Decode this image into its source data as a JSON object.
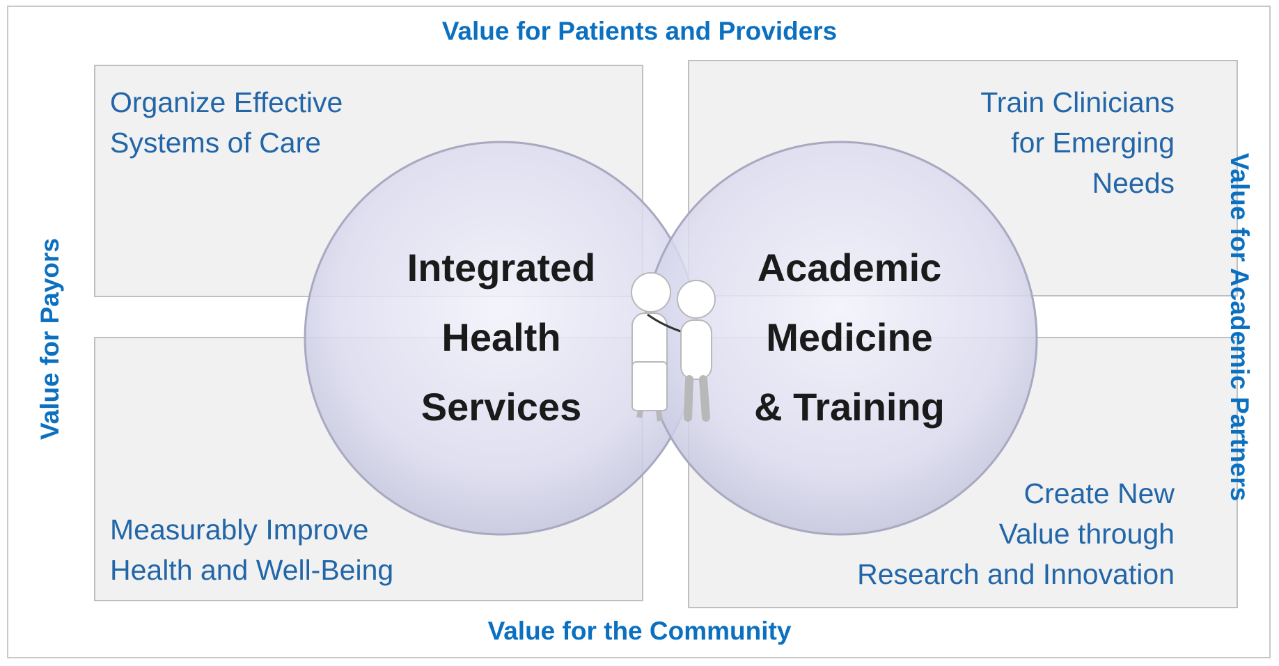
{
  "labels": {
    "top": "Value for Patients and Providers",
    "bottom": "Value for the Community",
    "left": "Value for Payors",
    "right": "Value for Academic Partners"
  },
  "quadrants": {
    "top_left": "Organize  Effective\nSystems of Care",
    "top_right": "Train Clinicians\nfor Emerging\nNeeds",
    "bottom_left": "Measurably Improve\nHealth and Well-Being",
    "bottom_right": "Create New\nValue through\nResearch and Innovation"
  },
  "circles": {
    "left": "Integrated\nHealth\nServices",
    "right": "Academic\nMedicine\n& Training"
  },
  "colors": {
    "label_blue": "#0b70c0",
    "quadrant_text": "#2266a8",
    "panel_fill": "#f1f1f1",
    "circle_fill": "#dcdcf0"
  }
}
